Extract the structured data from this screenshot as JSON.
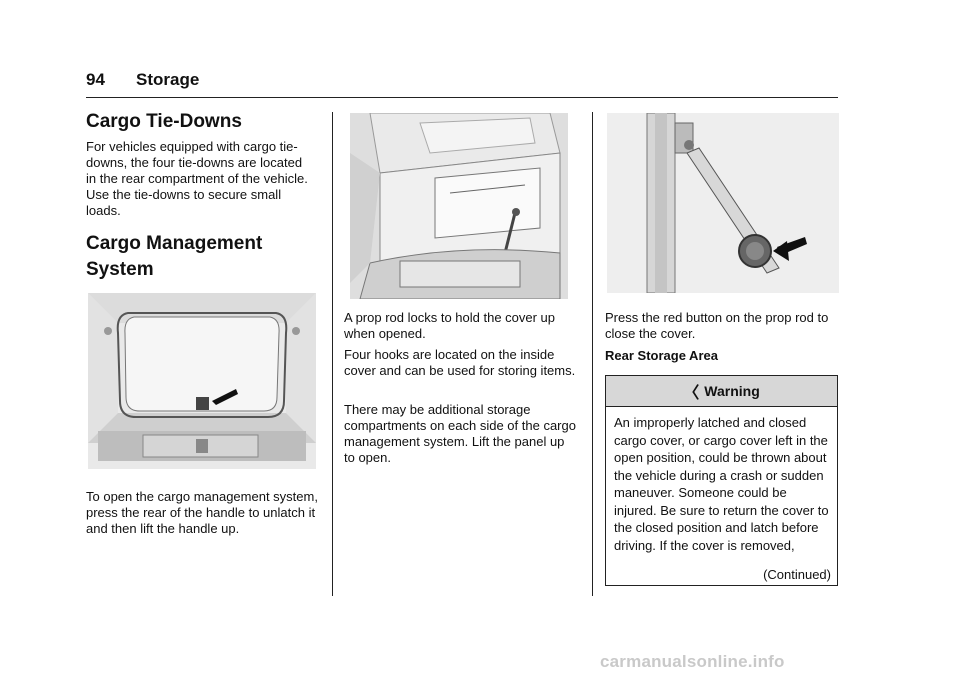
{
  "header": {
    "page_number": "94",
    "section": "Storage"
  },
  "col1": {
    "heading1": "Cargo Tie-Downs",
    "para1": "For vehicles equipped with cargo tie-downs, the four tie-downs are located in the rear compartment of the vehicle. Use the tie-downs to secure small loads.",
    "heading2": "Cargo Management System",
    "para2": "To open the cargo management system, press the rear of the handle to unlatch it and then lift the handle up."
  },
  "col2": {
    "para1": "A prop rod locks to hold the cover up when opened.",
    "para2": "Four hooks are located on the inside cover and can be used for storing items.",
    "para3": "There may be additional storage compartments on each side of the cargo management system. Lift the panel up to open."
  },
  "col3": {
    "para1": "Press the red button on the prop rod to close the cover.",
    "subheading": "Rear Storage Area",
    "warning": {
      "icon": "warning-icon",
      "title": "Warning",
      "body": "An improperly latched and closed cargo cover, or cargo cover left in the open position, could be thrown about the vehicle during a crash or sudden maneuver. Someone could be injured. Be sure to return the cover to the closed position and latch before driving. If the cover is removed,",
      "continued": "(Continued)"
    }
  },
  "watermark": "carmanualsonline.info"
}
